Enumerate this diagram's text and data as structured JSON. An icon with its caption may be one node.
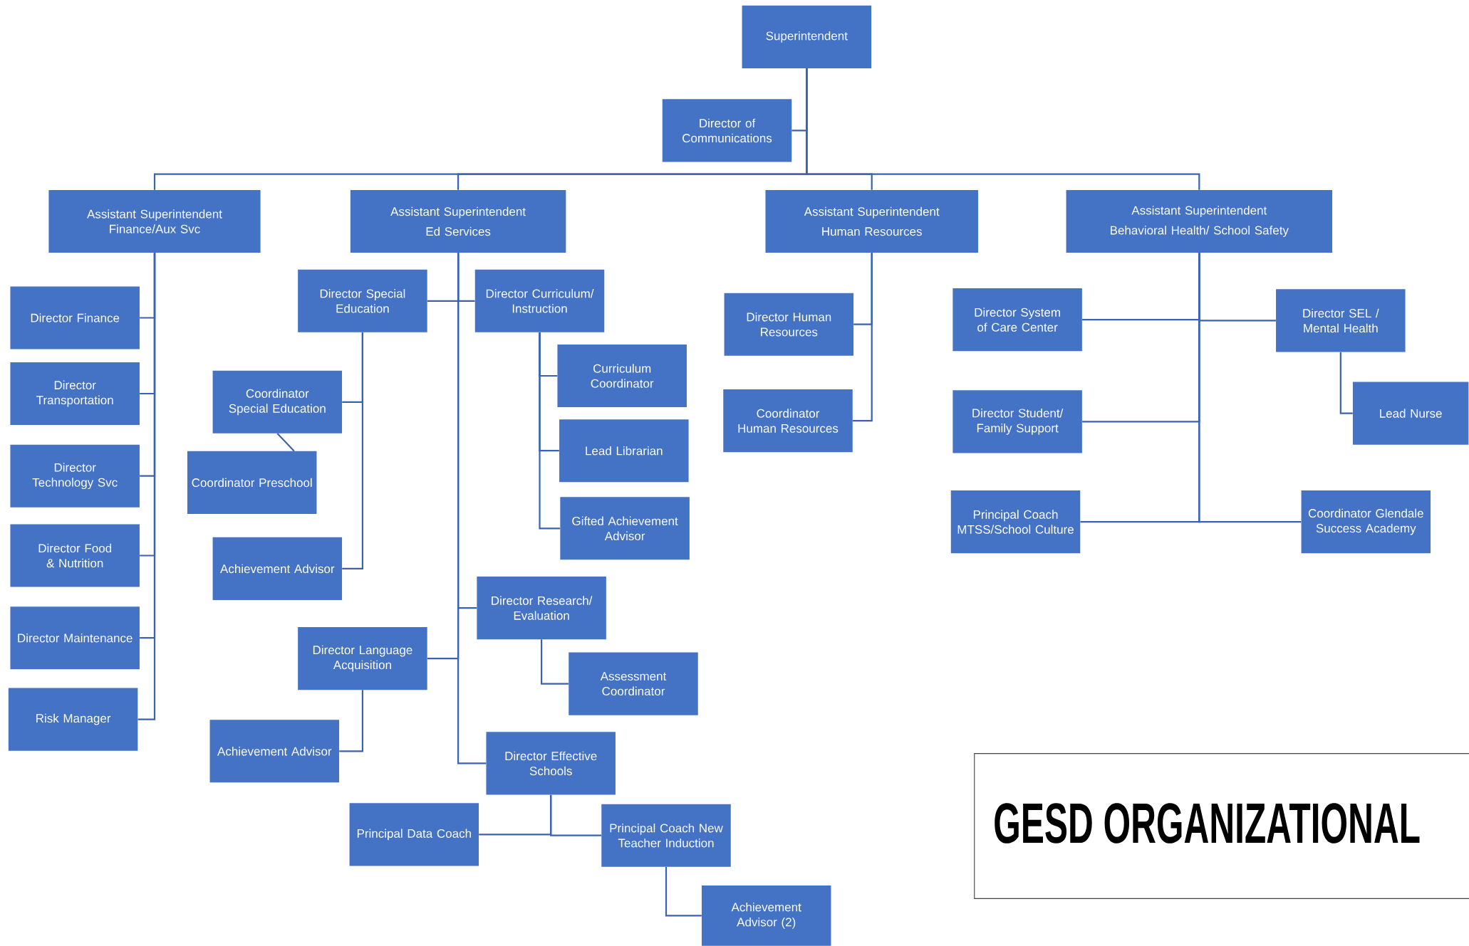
{
  "diagram": {
    "title": "GESD ORGANIZATIONAL",
    "nodes": [
      {
        "text": [
          "Superintendent"
        ]
      },
      {
        "text": [
          "Director of Communications"
        ]
      },
      {
        "text": [
          "Assistant Superintendent Finance/Aux Svc"
        ]
      },
      {
        "text": [
          "Assistant Superintendent",
          "Ed Services"
        ]
      },
      {
        "text": [
          "Assistant Superintendent",
          "Human Resources"
        ]
      },
      {
        "text": [
          "Assistant Superintendent",
          "Behavioral Health/ School Safety"
        ]
      },
      {
        "text": [
          "Director Finance"
        ]
      },
      {
        "text": [
          "Director Transportation"
        ]
      },
      {
        "text": [
          "Director Technology Svc"
        ]
      },
      {
        "text": [
          "Director Food & Nutrition"
        ]
      },
      {
        "text": [
          "Director Maintenance"
        ]
      },
      {
        "text": [
          "Risk Manager"
        ]
      },
      {
        "text": [
          "Director Special Education"
        ]
      },
      {
        "text": [
          "Director Curriculum/ Instruction"
        ]
      },
      {
        "text": [
          "Coordinator Special Education"
        ]
      },
      {
        "text": [
          "Coordinator Preschool"
        ]
      },
      {
        "text": [
          "Achievement Advisor"
        ]
      },
      {
        "text": [
          "Curriculum Coordinator"
        ]
      },
      {
        "text": [
          "Lead Librarian"
        ]
      },
      {
        "text": [
          "Gifted Achievement Advisor"
        ]
      },
      {
        "text": [
          "Director Research/ Evaluation"
        ]
      },
      {
        "text": [
          "Assessment Coordinator"
        ]
      },
      {
        "text": [
          "Director Language Acquisition"
        ]
      },
      {
        "text": [
          "Achievement Advisor"
        ]
      },
      {
        "text": [
          "Director Effective Schools"
        ]
      },
      {
        "text": [
          "Principal Data Coach"
        ]
      },
      {
        "text": [
          "Principal Coach New Teacher Induction"
        ]
      },
      {
        "text": [
          "Achievement Advisor (2)"
        ]
      },
      {
        "text": [
          "Director Human Resources"
        ]
      },
      {
        "text": [
          "Coordinator Human Resources"
        ]
      },
      {
        "text": [
          "Director System of Care Center"
        ]
      },
      {
        "text": [
          "Director SEL / Mental Health"
        ]
      },
      {
        "text": [
          "Lead Nurse"
        ]
      },
      {
        "text": [
          "Director Student/ Family Support"
        ]
      },
      {
        "text": [
          "Principal Coach MTSS/School Culture"
        ]
      },
      {
        "text": [
          "Coordinator Glendale Success Academy"
        ]
      }
    ],
    "edges": [
      {
        "from": 0,
        "to": 1,
        "arrow": "none"
      },
      {
        "from": 0,
        "to": 2,
        "arrow": "none"
      },
      {
        "from": 0,
        "to": 3,
        "arrow": "none"
      },
      {
        "from": 0,
        "to": 4,
        "arrow": "none"
      },
      {
        "from": 0,
        "to": 5,
        "arrow": "none"
      },
      {
        "from": 2,
        "to": 6,
        "arrow": "none"
      },
      {
        "from": 2,
        "to": 7,
        "arrow": "none"
      },
      {
        "from": 2,
        "to": 8,
        "arrow": "none"
      },
      {
        "from": 2,
        "to": 9,
        "arrow": "none"
      },
      {
        "from": 2,
        "to": 10,
        "arrow": "none"
      },
      {
        "from": 2,
        "to": 11,
        "arrow": "none"
      },
      {
        "from": 3,
        "to": 12,
        "arrow": "none"
      },
      {
        "from": 3,
        "to": 13,
        "arrow": "none"
      },
      {
        "from": 12,
        "to": 14,
        "arrow": "none"
      },
      {
        "from": 14,
        "to": 15,
        "arrow": "none"
      },
      {
        "from": 12,
        "to": 16,
        "arrow": "none"
      },
      {
        "from": 13,
        "to": 17,
        "arrow": "none"
      },
      {
        "from": 13,
        "to": 18,
        "arrow": "none"
      },
      {
        "from": 13,
        "to": 19,
        "arrow": "none"
      },
      {
        "from": 3,
        "to": 20,
        "arrow": "none"
      },
      {
        "from": 20,
        "to": 21,
        "arrow": "none"
      },
      {
        "from": 3,
        "to": 22,
        "arrow": "none"
      },
      {
        "from": 22,
        "to": 23,
        "arrow": "none"
      },
      {
        "from": 3,
        "to": 24,
        "arrow": "none"
      },
      {
        "from": 24,
        "to": 25,
        "arrow": "none"
      },
      {
        "from": 24,
        "to": 26,
        "arrow": "none"
      },
      {
        "from": 26,
        "to": 27,
        "arrow": "none"
      },
      {
        "from": 4,
        "to": 28,
        "arrow": "none"
      },
      {
        "from": 4,
        "to": 29,
        "arrow": "none"
      },
      {
        "from": 5,
        "to": 30,
        "arrow": "none"
      },
      {
        "from": 5,
        "to": 31,
        "arrow": "none"
      },
      {
        "from": 31,
        "to": 32,
        "arrow": "none"
      },
      {
        "from": 5,
        "to": 33,
        "arrow": "none"
      },
      {
        "from": 5,
        "to": 34,
        "arrow": "none"
      },
      {
        "from": 5,
        "to": 35,
        "arrow": "none"
      }
    ]
  }
}
